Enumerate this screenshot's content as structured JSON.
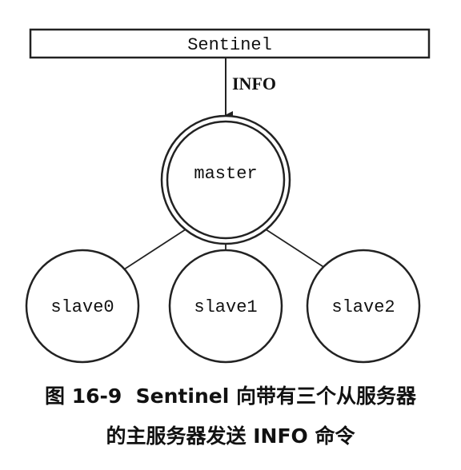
{
  "diagram": {
    "nodes": {
      "sentinel": "Sentinel",
      "master": "master",
      "slave0": "slave0",
      "slave1": "slave1",
      "slave2": "slave2"
    },
    "edge_label": "INFO"
  },
  "caption": {
    "line1": "图 16-9  Sentinel 向带有三个从服务器",
    "line2": "的主服务器发送 INFO 命令"
  },
  "colors": {
    "stroke": "#222222",
    "text": "#111111",
    "background": "#ffffff"
  }
}
